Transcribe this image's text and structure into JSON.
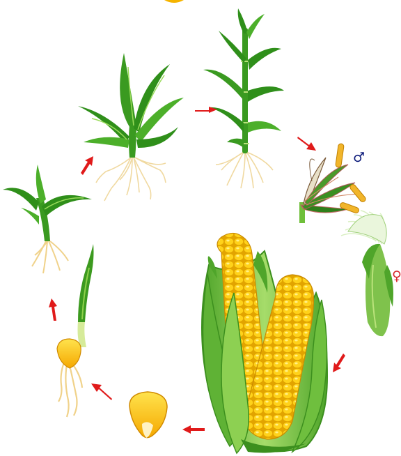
{
  "diagram": {
    "stages": [
      {
        "id": "kernel",
        "icon": "corn-kernel-icon"
      },
      {
        "id": "germinating-seed",
        "icon": "germinating-seed-icon"
      },
      {
        "id": "seedling",
        "icon": "seedling-icon"
      },
      {
        "id": "young-plant",
        "icon": "young-corn-plant-icon"
      },
      {
        "id": "mature-plant",
        "icon": "mature-corn-plant-icon"
      },
      {
        "id": "male-flower",
        "icon": "tassel-flower-icon"
      },
      {
        "id": "female-flower",
        "icon": "silk-ear-icon"
      },
      {
        "id": "corn-cobs",
        "icon": "corn-cob-icon"
      }
    ],
    "symbols": {
      "male": "♂",
      "female": "♀"
    },
    "colors": {
      "arrow": "#e01a1a",
      "leaf_dark": "#2f8f1a",
      "leaf_light": "#8ed04b",
      "kernel": "#ffc61a",
      "root": "#f2dfa0",
      "male_symbol": "#0c1a7a",
      "female_symbol": "#d8262b"
    }
  }
}
